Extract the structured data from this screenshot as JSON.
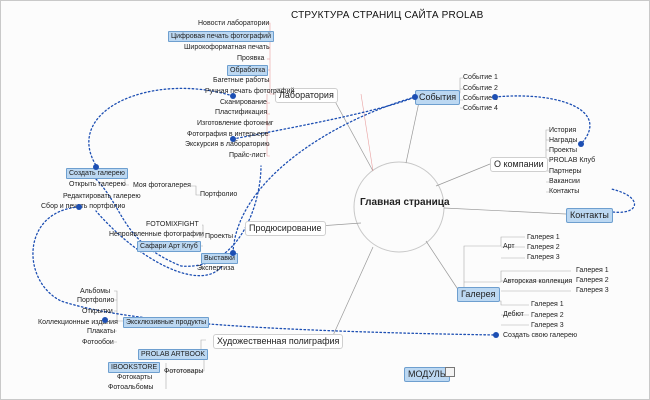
{
  "title": "СТРУКТУРА СТРАНИЦ САЙТА PROLAB",
  "center": "Главная страница",
  "laboratory": {
    "label": "Лаборатория",
    "items": [
      "Новости лаборатории",
      "Цифровая печать фотографий",
      "Широкоформатная печать",
      "Проявка",
      "Обработка",
      "Багетные работы",
      "Ручная печать фотографий",
      "Сканирование",
      "Пластификация",
      "Изготовление фотокниг",
      "Фотография в интерьере",
      "Экскурсия в лабораторию",
      "Прайс-лист"
    ]
  },
  "events": {
    "label": "События",
    "items": [
      "Событие 1",
      "Событие 2",
      "Событие 3",
      "Событие 4"
    ]
  },
  "about": {
    "label": "О компании",
    "items": [
      "История",
      "Награды",
      "Проекты",
      "PROLAB Клуб",
      "Партнеры",
      "Вакансии",
      "Контакты"
    ]
  },
  "contacts": "Контакты",
  "production": {
    "label": "Продюсирование",
    "items": [
      "FOTOMIXFIGHT",
      "Непроявленные фотографии",
      "Проекты",
      "Сафари Арт Клуб",
      "Выставки",
      "Экспертиза"
    ]
  },
  "portfolio": {
    "label": "Портфолио",
    "my_gallery": "Моя фотогалерея",
    "items": [
      "Создать галерею",
      "Открыть галерею",
      "Редактировать галерею",
      "Сбор и печать портфолио"
    ]
  },
  "gallery": {
    "label": "Галерея",
    "art": {
      "label": "Арт",
      "items": [
        "Галерея 1",
        "Галерея 2",
        "Галерея 3"
      ]
    },
    "author": {
      "label": "Авторская коллекция",
      "items": [
        "Галерея 1",
        "Галерея 2",
        "Галерея 3"
      ]
    },
    "debut": {
      "label": "Дебют",
      "items": [
        "Галерея 1",
        "Галерея 2",
        "Галерея 3"
      ]
    },
    "create": "Создать свою галерею"
  },
  "printing": {
    "label": "Художественная полиграфия",
    "exclusive": "Эксклюзивные продукты",
    "items": [
      "Альбомы",
      "Портфолио",
      "Открытки",
      "Коллекционные издания",
      "Плакаты",
      "Фотообои"
    ],
    "artbook": "PROLAB ARTBOOK",
    "ibookstore": "IBOOKSTORE",
    "phototovary": "Фототовары",
    "books": [
      "Фотокарты",
      "Фотоальбомы"
    ]
  },
  "module": "МОДУЛЬ"
}
